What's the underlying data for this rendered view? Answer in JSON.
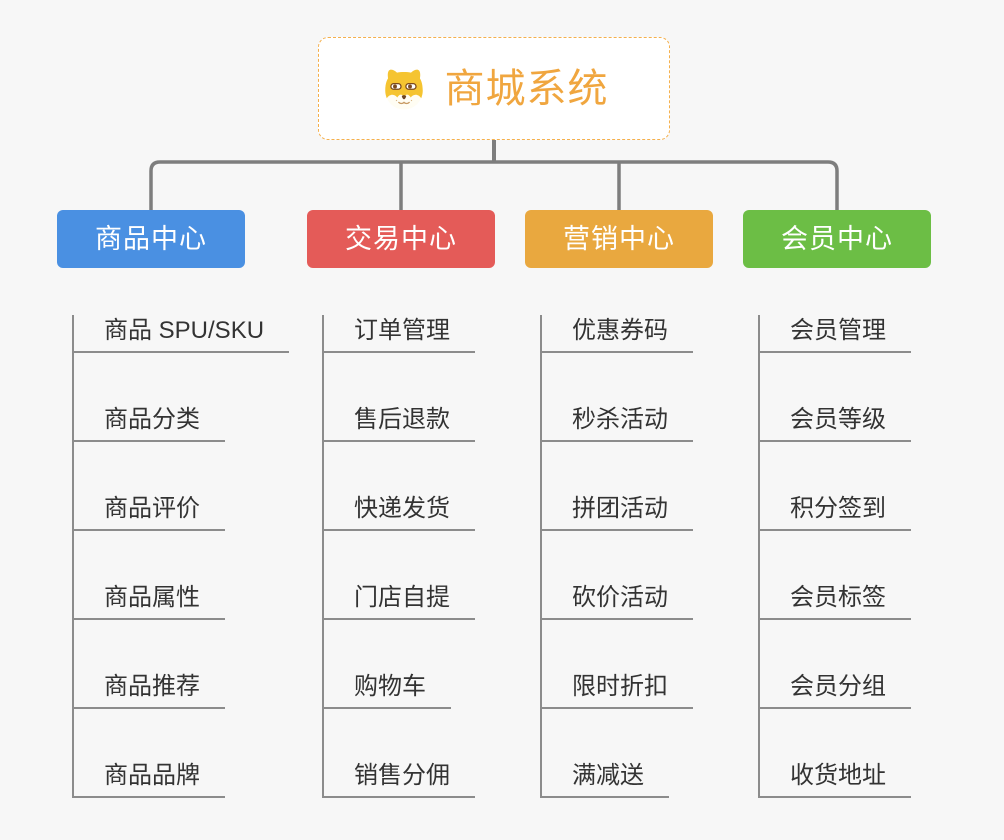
{
  "root": {
    "title": "商城系统",
    "icon": "dog-face-icon"
  },
  "branches": [
    {
      "label": "商品中心",
      "color": "#4A90E2",
      "children": [
        "商品 SPU/SKU",
        "商品分类",
        "商品评价",
        "商品属性",
        "商品推荐",
        "商品品牌"
      ]
    },
    {
      "label": "交易中心",
      "color": "#E45B58",
      "children": [
        "订单管理",
        "售后退款",
        "快递发货",
        "门店自提",
        "购物车",
        "销售分佣"
      ]
    },
    {
      "label": "营销中心",
      "color": "#E9A83F",
      "children": [
        "优惠券码",
        "秒杀活动",
        "拼团活动",
        "砍价活动",
        "限时折扣",
        "满减送"
      ]
    },
    {
      "label": "会员中心",
      "color": "#6CBE45",
      "children": [
        "会员管理",
        "会员等级",
        "积分签到",
        "会员标签",
        "会员分组",
        "收货地址"
      ]
    }
  ],
  "colors": {
    "background": "#F7F7F7",
    "connector": "#7E7E7E",
    "line": "#8C8C8C",
    "item_text": "#333333",
    "root_text": "#F0A63F",
    "root_border": "#F5B04C"
  }
}
